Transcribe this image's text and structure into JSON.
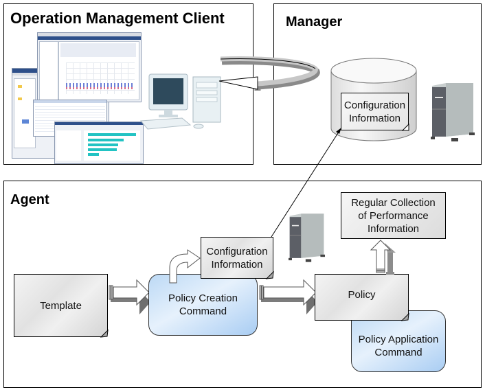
{
  "panels": {
    "client": {
      "title": "Operation Management Client"
    },
    "manager": {
      "title": "Manager"
    },
    "agent": {
      "title": "Agent"
    }
  },
  "manager_db": {
    "label_line1": "Configuration",
    "label_line2": "Information"
  },
  "agent_nodes": {
    "template": {
      "label": "Template"
    },
    "policy_creation_command": {
      "label_line1": "Policy Creation",
      "label_line2": "Command"
    },
    "configuration_information": {
      "label_line1": "Configuration",
      "label_line2": "Information"
    },
    "policy": {
      "label": "Policy"
    },
    "policy_application_command": {
      "label_line1": "Policy Application",
      "label_line2": "Command"
    },
    "regular_collection": {
      "label_line1": "Regular Collection",
      "label_line2": "of Performance",
      "label_line3": "Information"
    }
  },
  "icons": [
    "screenshots-collage",
    "desktop-computer-icon",
    "server-tower-icon",
    "database-cylinder-icon",
    "circular-sync-arrow",
    "block-arrow-right",
    "block-arrow-up",
    "curved-arrow"
  ]
}
